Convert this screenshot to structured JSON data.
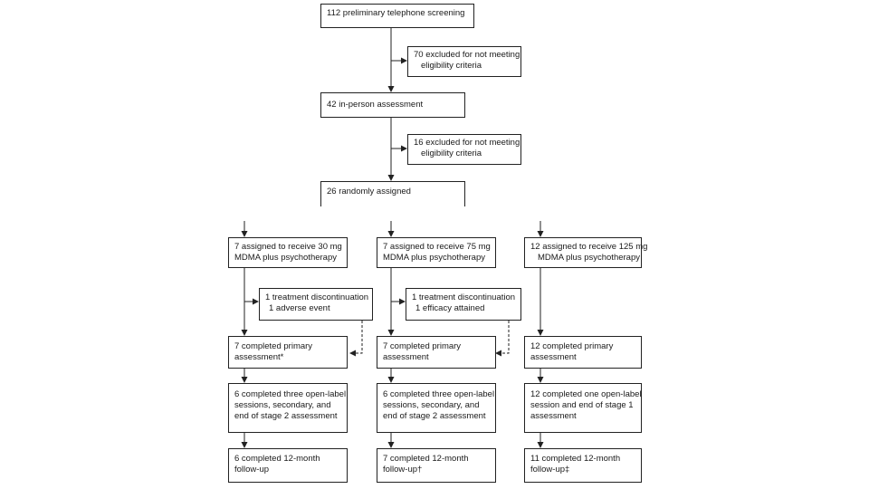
{
  "screening": {
    "line1": "112 preliminary telephone screening"
  },
  "exclusion1": {
    "line1": "70 excluded for not meeting",
    "line2": "eligibility criteria"
  },
  "in_person": {
    "line1": "42 in-person assessment"
  },
  "exclusion2": {
    "line1": "16 excluded for not meeting",
    "line2": "eligibility criteria"
  },
  "randomised": {
    "line1": "26 randomly assigned"
  },
  "arms": [
    {
      "assigned": {
        "line1": "7 assigned to receive 30 mg",
        "line2": "MDMA plus psychotherapy"
      },
      "discontinuation": {
        "line1": "1 treatment discontinuation",
        "line2": "1 adverse event"
      },
      "primary": {
        "line1": "7 completed primary",
        "line2": "assessment*"
      },
      "stage": {
        "line1": "6 completed three open-label",
        "line2": "sessions, secondary, and",
        "line3": "end of stage 2 assessment"
      },
      "followup": {
        "line1": "6 completed 12-month",
        "line2": "follow-up"
      }
    },
    {
      "assigned": {
        "line1": "7 assigned to receive 75 mg",
        "line2": "MDMA plus psychotherapy"
      },
      "discontinuation": {
        "line1": "1 treatment discontinuation",
        "line2": "1 efficacy attained"
      },
      "primary": {
        "line1": "7 completed primary",
        "line2": "assessment"
      },
      "stage": {
        "line1": "6 completed three open-label",
        "line2": "sessions, secondary, and",
        "line3": "end of stage 2 assessment"
      },
      "followup": {
        "line1": "7 completed 12-month",
        "line2": "follow-up†"
      }
    },
    {
      "assigned": {
        "line1": "12 assigned to receive 125 mg",
        "line2": "MDMA plus psychotherapy"
      },
      "primary": {
        "line1": "12 completed primary",
        "line2": "assessment"
      },
      "stage": {
        "line1": "12 completed one open-label",
        "line2": "session and end of stage 1",
        "line3": "assessment"
      },
      "followup": {
        "line1": "11 completed 12-month",
        "line2": "follow-up‡"
      }
    }
  ]
}
